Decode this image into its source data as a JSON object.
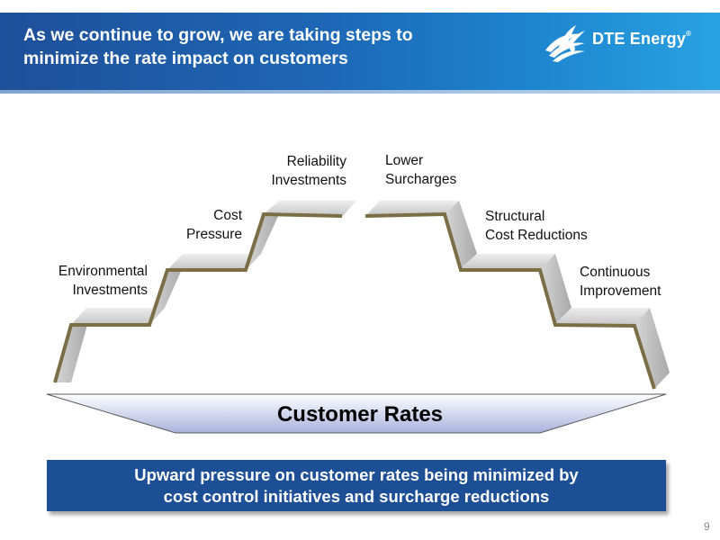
{
  "slide": {
    "title_line1": "As we continue to grow, we are taking steps to",
    "title_line2": "minimize the rate impact on customers",
    "logo_text": "DTE Energy",
    "logo_tm": "®",
    "page_number": "9"
  },
  "colors": {
    "header": "#1d67b5",
    "callout": "#1d4f96",
    "step_edge": "#7b6d45",
    "step_face": "#cfcfcf"
  },
  "steps_up": [
    {
      "line1": "Environmental",
      "line2": "Investments"
    },
    {
      "line1": "Cost",
      "line2": "Pressure"
    },
    {
      "line1": "Reliability",
      "line2": "Investments"
    }
  ],
  "steps_down": [
    {
      "line1": "Lower",
      "line2": "Surcharges"
    },
    {
      "line1": "Structural",
      "line2": "Cost Reductions"
    },
    {
      "line1": "Continuous",
      "line2": "Improvement"
    }
  ],
  "base_label": "Customer Rates",
  "callout": {
    "line1": "Upward pressure on customer rates being minimized by",
    "line2": "cost control initiatives and surcharge reductions"
  }
}
